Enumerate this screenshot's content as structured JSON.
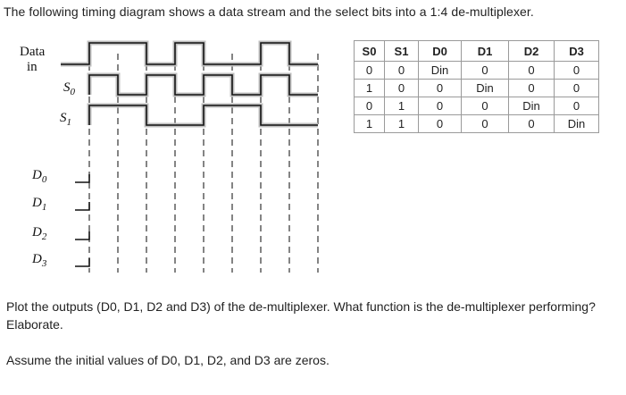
{
  "intro_text": "The following timing diagram shows a data stream and the select bits into a 1:4 de-multiplexer.",
  "signals": {
    "data_line1": "Data",
    "data_line2": "in",
    "s0_base": "S",
    "s0_sub": "0",
    "s1_base": "S",
    "s1_sub": "1",
    "d0_base": "D",
    "d0_sub": "0",
    "d1_base": "D",
    "d1_sub": "1",
    "d2_base": "D",
    "d2_sub": "2",
    "d3_base": "D",
    "d3_sub": "3"
  },
  "truth_table": {
    "headers": [
      "S0",
      "S1",
      "D0",
      "D1",
      "D2",
      "D3"
    ],
    "rows": [
      [
        "0",
        "0",
        "Din",
        "0",
        "0",
        "0"
      ],
      [
        "1",
        "0",
        "0",
        "Din",
        "0",
        "0"
      ],
      [
        "0",
        "1",
        "0",
        "0",
        "Din",
        "0"
      ],
      [
        "1",
        "1",
        "0",
        "0",
        "0",
        "Din"
      ]
    ]
  },
  "question_text": "Plot the outputs (D0, D1, D2 and D3) of the de-multiplexer. What function is the de-multiplexer performing? Elaborate.",
  "assume_text": "Assume the initial values of D0, D1, D2, and D3 are zeros."
}
